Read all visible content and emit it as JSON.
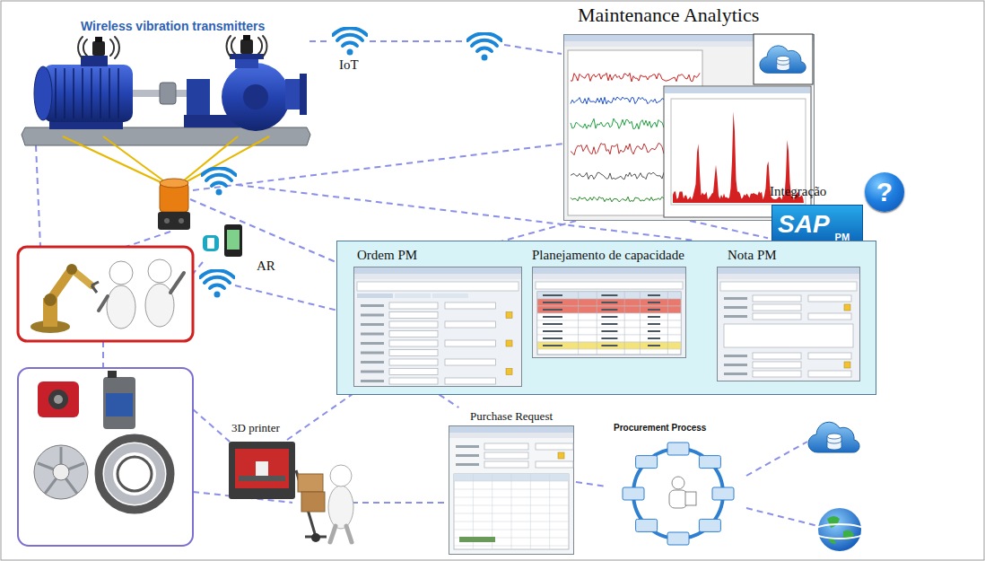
{
  "diagram": {
    "nodes": [
      {
        "text": [
          "Maintenance Analytics"
        ]
      },
      {
        "text": [
          "Integração",
          "SAP",
          "PM"
        ]
      },
      {
        "text": [
          "?"
        ]
      },
      {
        "text": []
      },
      {
        "text": [
          "Ordem PM"
        ],
        "in": 3
      },
      {
        "text": [
          "Planejamento de capacidade"
        ],
        "in": 3
      },
      {
        "text": [
          "Nota PM"
        ],
        "in": 3
      },
      {
        "text": [
          "Purchase Request"
        ]
      },
      {
        "text": [
          "Procurement Process"
        ]
      }
    ],
    "edges": [
      {
        "from": 0,
        "to": 1,
        "arrow": "none"
      },
      {
        "from": 0,
        "to": 4,
        "arrow": "none"
      },
      {
        "from": 4,
        "to": 5,
        "arrow": "none"
      },
      {
        "from": 4,
        "to": 7,
        "arrow": "none"
      },
      {
        "from": 7,
        "to": 8,
        "arrow": "none"
      }
    ],
    "labels": [
      "Wireless vibration transmitters",
      "IoT",
      "AR",
      "3D printer"
    ]
  }
}
